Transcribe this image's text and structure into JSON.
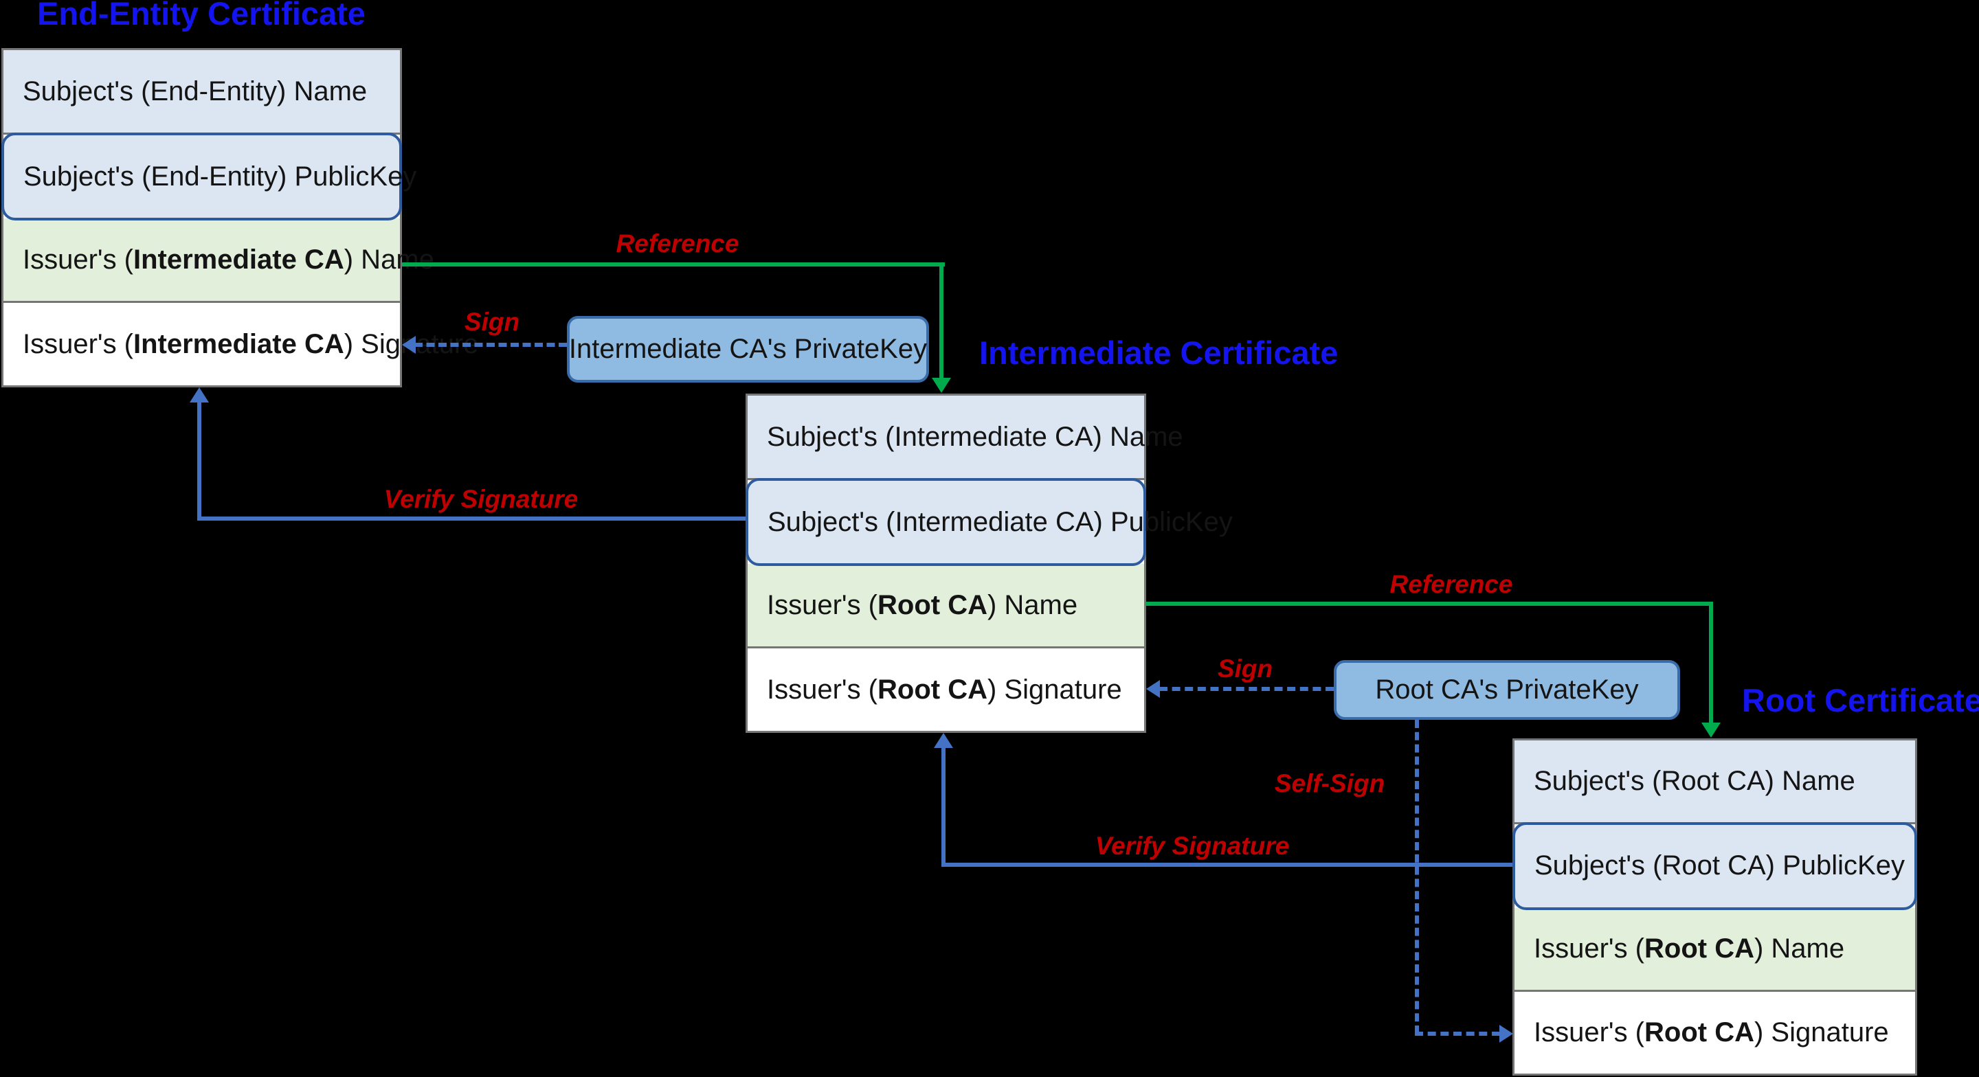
{
  "certificates": [
    {
      "title": "End-Entity Certificate",
      "rows": [
        {
          "pre": "Subject's (End-Entity) Name",
          "bold": "",
          "post": ""
        },
        {
          "pre": "Subject's (End-Entity) PublicKey",
          "bold": "",
          "post": ""
        },
        {
          "pre": "Issuer's (",
          "bold": "Intermediate CA",
          "post": ") Name"
        },
        {
          "pre": "Issuer's (",
          "bold": "Intermediate CA",
          "post": ") Signature"
        }
      ]
    },
    {
      "title": "Intermediate Certificate",
      "rows": [
        {
          "pre": "Subject's (Intermediate CA) Name",
          "bold": "",
          "post": ""
        },
        {
          "pre": "Subject's (Intermediate CA) PublicKey",
          "bold": "",
          "post": ""
        },
        {
          "pre": "Issuer's (",
          "bold": "Root CA",
          "post": ") Name"
        },
        {
          "pre": "Issuer's (",
          "bold": "Root CA",
          "post": ") Signature"
        }
      ]
    },
    {
      "title": "Root Certificate",
      "rows": [
        {
          "pre": "Subject's (Root CA) Name",
          "bold": "",
          "post": ""
        },
        {
          "pre": "Subject's (Root CA) PublicKey",
          "bold": "",
          "post": ""
        },
        {
          "pre": "Issuer's (",
          "bold": "Root CA",
          "post": ") Name"
        },
        {
          "pre": "Issuer's (",
          "bold": "Root CA",
          "post": ") Signature"
        }
      ]
    }
  ],
  "private_keys": {
    "intermediate": "Intermediate CA's PrivateKey",
    "root": "Root CA's PrivateKey"
  },
  "labels": {
    "reference": "Reference",
    "sign": "Sign",
    "verify_signature": "Verify Signature",
    "self_sign": "Self-Sign"
  },
  "colors": {
    "title_blue": "#1414f0",
    "label_red": "#c00000",
    "arrow_green": "#00ab4e",
    "arrow_blue": "#4472c4",
    "row_blue": "#dbe6f2",
    "row_green": "#e2efda",
    "row_white": "#ffffff",
    "pubkey_border": "#2e5b9e",
    "privatekey_fill": "#8fbbe3",
    "privatekey_border": "#3a6caa"
  }
}
